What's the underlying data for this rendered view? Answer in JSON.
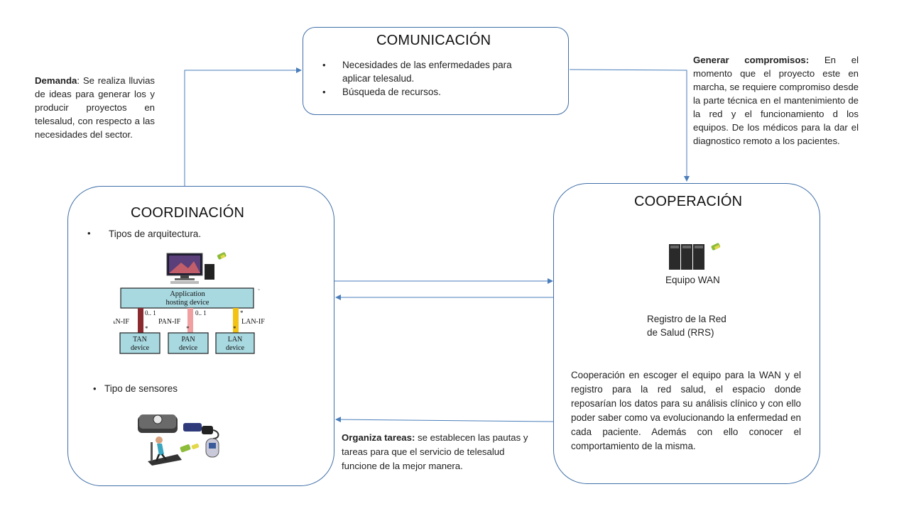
{
  "comunicacion": {
    "title": "COMUNICACIÓN",
    "items": [
      "Necesidades de las enfermedades para aplicar  telesalud.",
      "Búsqueda de recursos."
    ]
  },
  "coordinacion": {
    "title": "COORDINACIÓN",
    "bullet_arquitectura": "Tipos de arquitectura.",
    "bullet_sensores": "Tipo de sensores",
    "diagram": {
      "app_box": "Application hosting device",
      "app_line1": "Application",
      "app_line2": "hosting device",
      "tan_if": "TAN-IF",
      "pan_if": "PAN-IF",
      "lan_if": "LAN-IF",
      "mult_tan": "0.. 1",
      "mult_pan": "0.. 1",
      "star": "*",
      "tan_dev1": "TAN",
      "tan_dev2": "device",
      "pan_dev1": "PAN",
      "pan_dev2": "device",
      "lan_dev1": "LAN",
      "lan_dev2": "device"
    }
  },
  "cooperacion": {
    "title": "COOPERACIÓN",
    "equipo": "Equipo WAN",
    "registro1": "Registro de la Red",
    "registro2": "de Salud (RRS)",
    "desc": "Cooperación en escoger el equipo para la WAN y el registro para la red salud, el espacio donde reposarían los datos para su análisis clínico y con ello poder saber como   va evolucionando la enfermedad en cada paciente. Además con ello conocer el comportamiento  de la misma."
  },
  "demanda": {
    "label": "Demanda",
    "text": ": Se realiza lluvias de ideas para generar los y producir proyectos en telesalud, con respecto a las necesidades del sector."
  },
  "generar": {
    "label": "Generar compromisos:",
    "text": " En el momento que el proyecto este en marcha, se requiere compromiso desde la parte técnica en el mantenimiento de la red y el funcionamiento d los equipos. De los médicos para la dar el diagnostico remoto  a los pacientes."
  },
  "organiza": {
    "label": "Organiza tareas:",
    "text": " se establecen las pautas y tareas para que  el servicio de telesalud funcione de la mejor manera."
  },
  "colors": {
    "border": "#3f6fa8",
    "arrow": "#4a7ebb",
    "tan": "#8b2a2e",
    "pan": "#f0a0a0",
    "lan": "#f2c314",
    "device_fill": "#a8d8e0"
  }
}
